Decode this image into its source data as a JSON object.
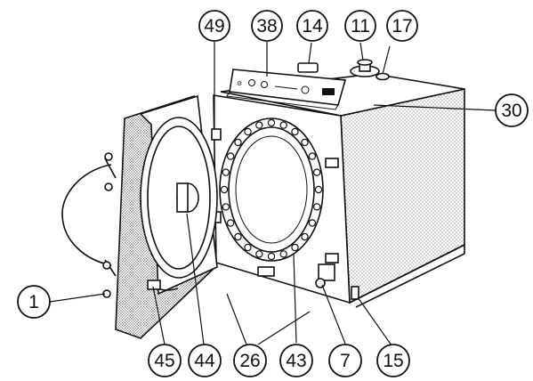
{
  "callouts": [
    {
      "id": "c49",
      "label": "49"
    },
    {
      "id": "c38",
      "label": "38"
    },
    {
      "id": "c14",
      "label": "14"
    },
    {
      "id": "c11",
      "label": "11"
    },
    {
      "id": "c17",
      "label": "17"
    },
    {
      "id": "c30",
      "label": "30"
    },
    {
      "id": "c1",
      "label": "1"
    },
    {
      "id": "c45",
      "label": "45"
    },
    {
      "id": "c44",
      "label": "44"
    },
    {
      "id": "c26",
      "label": "26"
    },
    {
      "id": "c43",
      "label": "43"
    },
    {
      "id": "c7",
      "label": "7"
    },
    {
      "id": "c15",
      "label": "15"
    }
  ]
}
